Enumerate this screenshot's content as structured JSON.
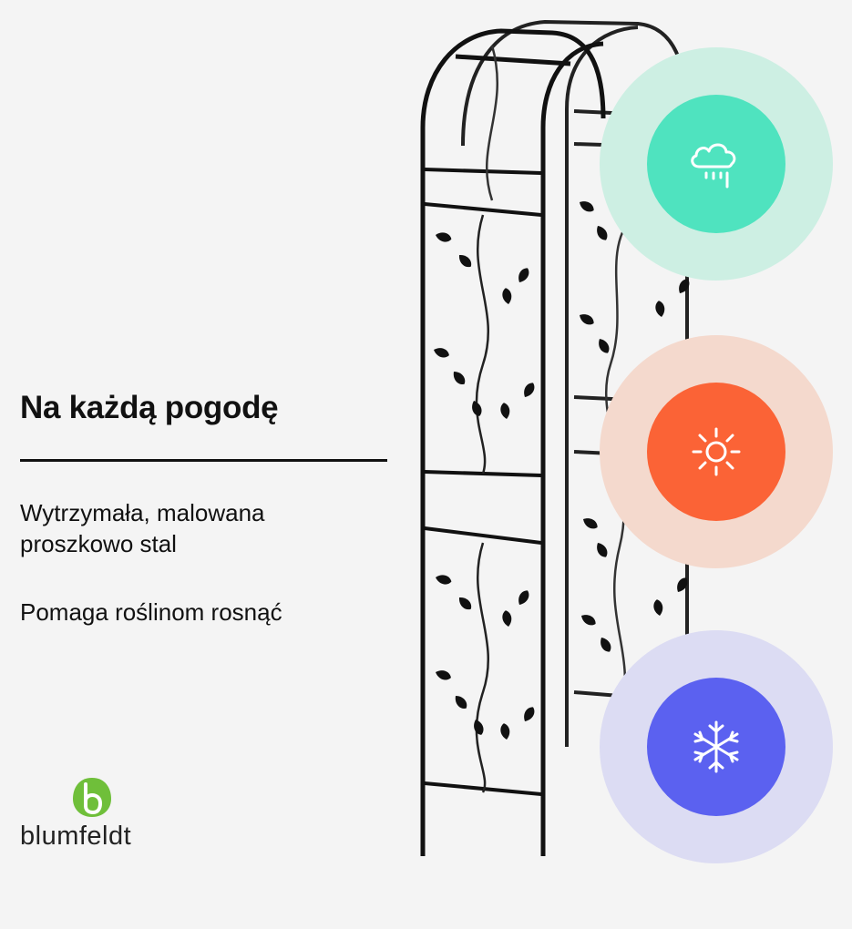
{
  "headline": "Na każdą pogodę",
  "features": [
    "Wytrzymała, malowana proszkowo stal",
    "Pomaga roślinom rosnąć"
  ],
  "brand": {
    "name": "blumfeldt",
    "logo_icon": "blumfeldt-leaf-logo-icon",
    "color": "#6fbf3a"
  },
  "badges": [
    {
      "name": "rain",
      "icon": "rain-cloud-icon",
      "color": "#4fe3bf",
      "halo": "#cdefe3"
    },
    {
      "name": "sun",
      "icon": "sun-icon",
      "color": "#fb6336",
      "halo": "#f4d9cd"
    },
    {
      "name": "snow",
      "icon": "snowflake-icon",
      "color": "#5b61f0",
      "halo": "#dcdcf3"
    }
  ]
}
